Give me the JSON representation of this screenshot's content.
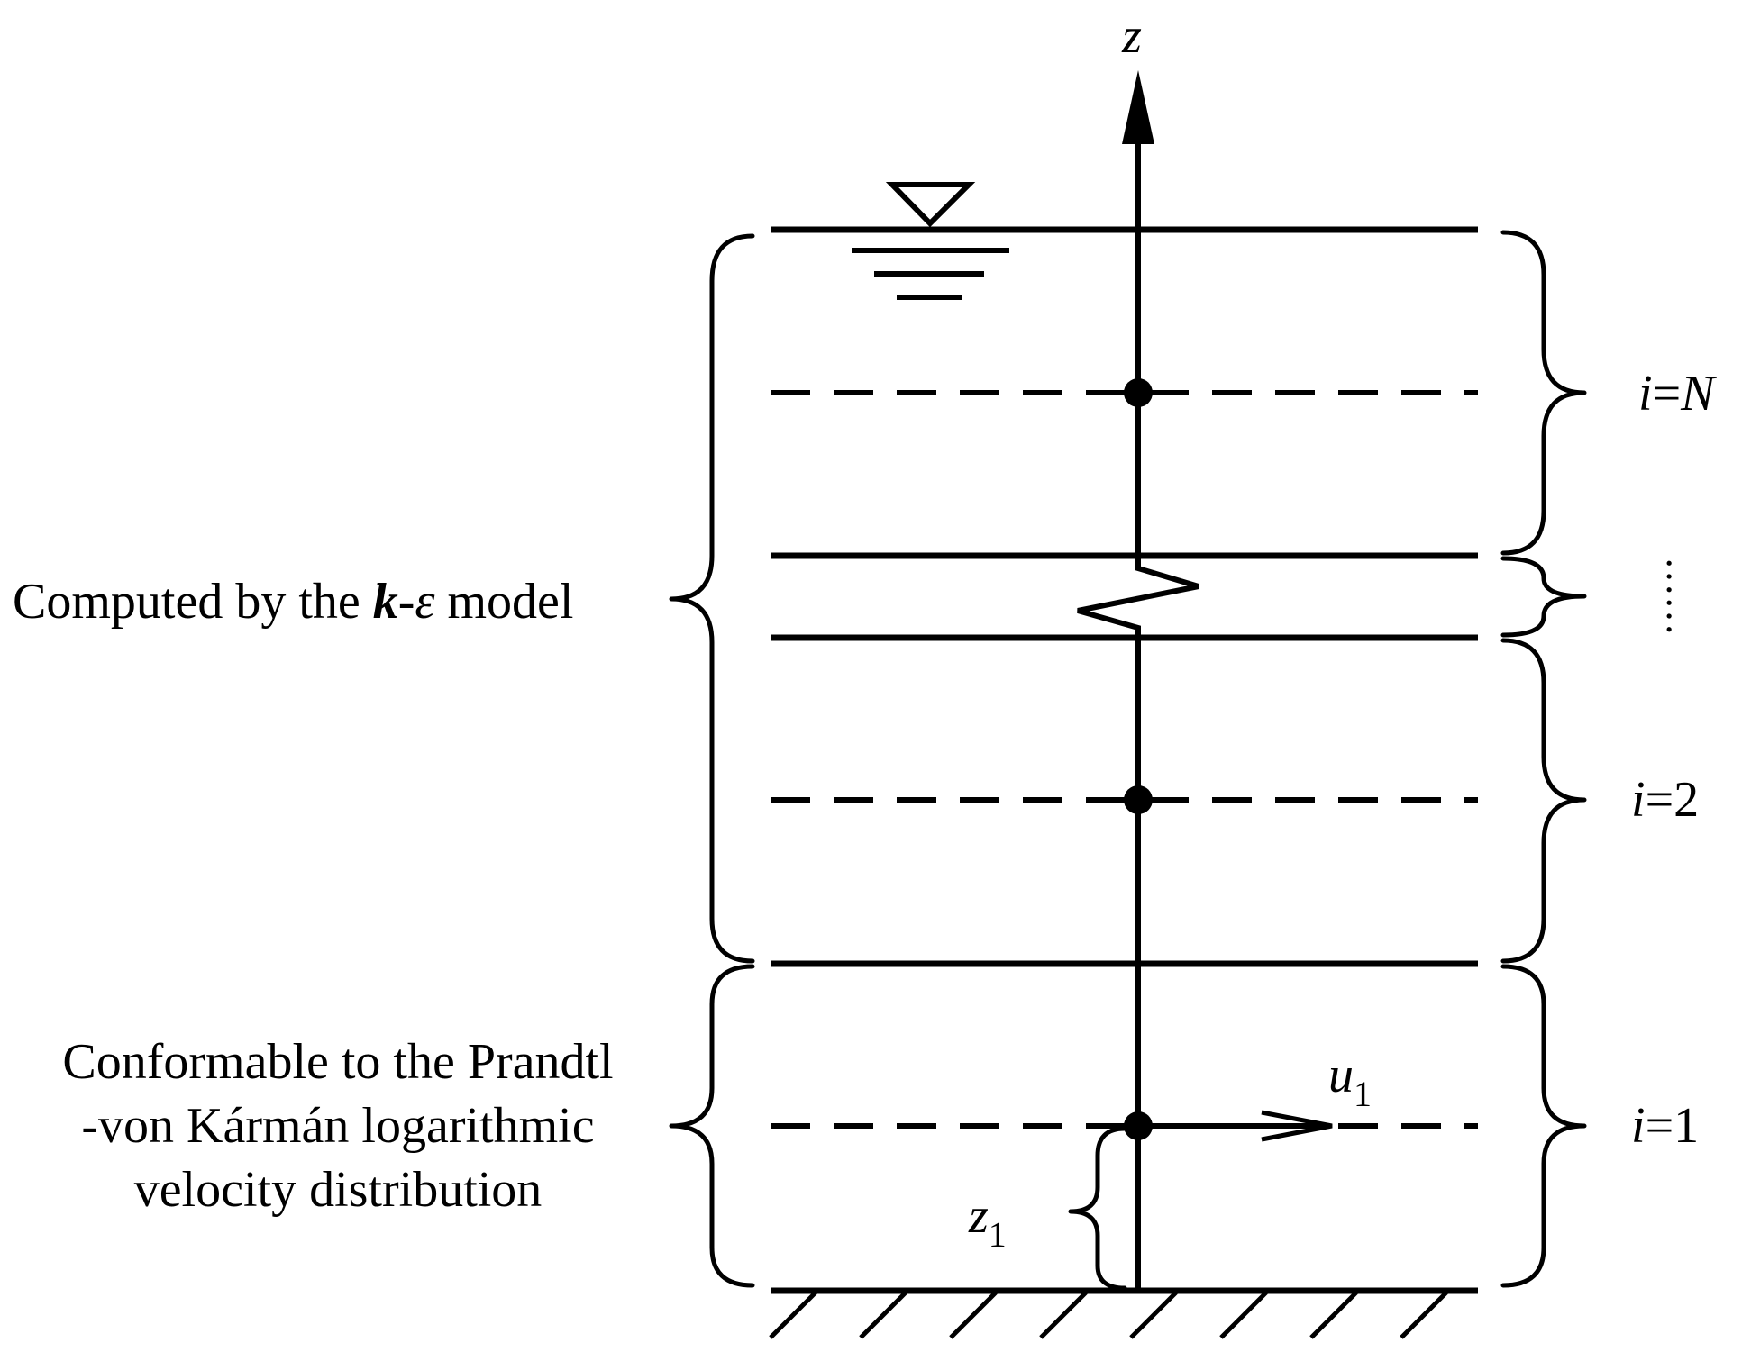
{
  "labels": {
    "z_axis": "z",
    "left_top_prefix": "Computed by the ",
    "left_top_k": "k",
    "left_top_dash": "-",
    "left_top_eps": "ε",
    "left_top_suffix": " model",
    "left_bottom_line1": "Conformable to the Prandtl",
    "left_bottom_line2": "-von Kármán logarithmic",
    "left_bottom_line3": "velocity distribution",
    "i_N_var": "i",
    "i_N_eq": "=",
    "i_N_val": "N",
    "i_2_var": "i",
    "i_2_eq": "=",
    "i_2_val": "2",
    "i_1_var": "i",
    "i_1_eq": "=",
    "i_1_val": "1",
    "dots": "……",
    "u1_base": "u",
    "u1_sub": "1",
    "z1_base": "z",
    "z1_sub": "1"
  },
  "colors": {
    "ink": "#000000",
    "background": "#ffffff"
  },
  "icons": {
    "water_surface": "water-surface-triangle-icon",
    "ground": "hatched-ground-icon"
  }
}
